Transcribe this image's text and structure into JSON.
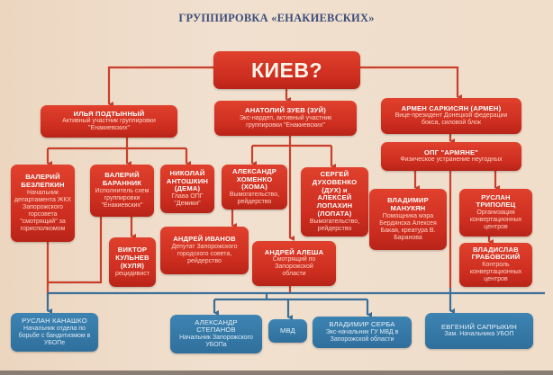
{
  "title": "ГРУППИРОВКА «ЕНАКИЕВСКИХ»",
  "colors": {
    "background": "#efdcc8",
    "red_box": "#cc2d1f",
    "red_line": "#c8402c",
    "blue_box": "#2f6f9c",
    "blue_line": "#3a6f9a",
    "title": "#3d4e7a"
  },
  "root": {
    "name": "КИЕВ?"
  },
  "level1": [
    {
      "name": "ИЛЬЯ ПОДТЫННЫЙ",
      "role": "Активный участник группировки \"Енакиевских\""
    },
    {
      "name": "АНАТОЛИЙ ЗУЕВ (ЗУЙ)",
      "role": "Экс-нардеп, активный участник группировки \"Енакиевских\""
    },
    {
      "name": "АРМЕН САРКИСЯН (АРМЕН)",
      "role": "Вице-президент Донецкой федерации бокса, силовой блок"
    }
  ],
  "opg_armyane": {
    "name": "ОПГ \"АРМЯНЕ\"",
    "role": "Физическое устранение неугодных"
  },
  "podtynny_children": [
    {
      "name": "ВАЛЕРИЙ БЕЗЛЕПКИН",
      "role": "Начальник департамента ЖКХ Запорожского горсовета \"смотрящий\" за горисполкомом"
    },
    {
      "name": "ВАЛЕРИЙ БАРАННИК",
      "role": "Исполнитель схем группировки \"Енакиевских\""
    },
    {
      "name": "НИКОЛАЙ АНТОШКИН (ДЕМА)",
      "role": "Глава ОПГ \"Демики\""
    }
  ],
  "baranik_child": {
    "name": "ВИКТОР КУЛЬНЕВ (КУЛЯ)",
    "role": "рецидивист"
  },
  "zuev_children": [
    {
      "name": "АЛЕКСАНДР ХОМЕНКО (ХОМА)",
      "role": "Вымогательство, рейдерство"
    },
    {
      "name": "СЕРГЕЙ ДУХОВЕНКО (ДУХ) и АЛЕКСЕЙ ЛОПАХИН (ЛОПАТА)",
      "role": "Вымогательство, рейдерство"
    },
    {
      "name": "АНДРЕЙ АЛЕША",
      "role": "Смотрящий по Запорожской области"
    }
  ],
  "khomenko_child": {
    "name": "АНДРЕЙ ИВАНОВ",
    "role": "Депутат Запорожского городского совета, рейдерство"
  },
  "armyane_children": [
    {
      "name": "ВЛАДИМИР МАНУКЯН",
      "role": "Помощника мэра Бердянска Алексея Бакая, креатура В. Баранова"
    },
    {
      "name": "РУСЛАН ТРИПОЛЕЦ",
      "role": "Организация конвертационных центров"
    }
  ],
  "tripolets_child": {
    "name": "ВЛАДИСЛАВ ГРАБОВСКИЙ",
    "role": "Контроль конвертационных центров"
  },
  "law_enforcement": [
    {
      "name": "РУСЛАН КАНАШКО",
      "role": "Начальник отдела по борьбе с бандитизмом в УБОПе"
    },
    {
      "name": "АЛЕКСАНДР СТЕПАНОВ",
      "role": "Начальник Запорожского УБОПа"
    },
    {
      "name": "МВД",
      "role": ""
    },
    {
      "name": "ВЛАДИМИР СЕРБА",
      "role": "Экс-начальник ГУ МВД в Запорожской области"
    },
    {
      "name": "ЕВГЕНИЙ САПРЫКИН",
      "role": "Зам. Начальника УБОП"
    }
  ]
}
